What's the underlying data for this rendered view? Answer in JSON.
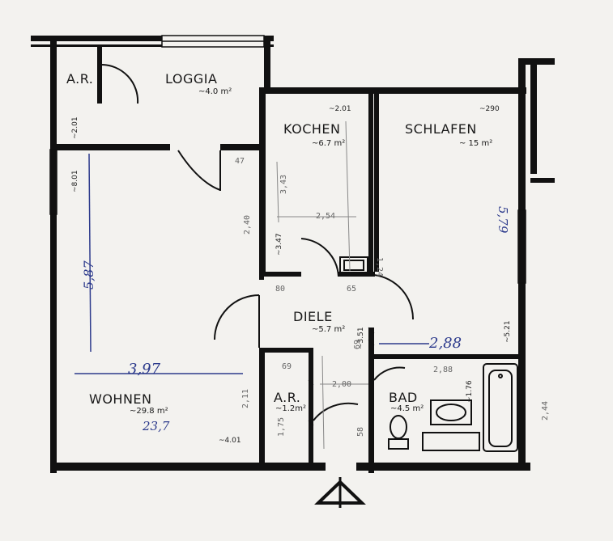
{
  "rooms": {
    "ar_top": {
      "name": "A.R."
    },
    "loggia": {
      "name": "LOGGIA",
      "area": "~4.0 m²"
    },
    "kochen": {
      "name": "KOCHEN",
      "area": "~6.7 m²"
    },
    "schlafen": {
      "name": "SCHLAFEN",
      "area": "~ 15 m²"
    },
    "diele": {
      "name": "DIELE",
      "area": "~5.7 m²"
    },
    "wohnen": {
      "name": "WOHNEN",
      "area": "~29.8 m²"
    },
    "ar_bottom": {
      "name": "A.R.",
      "area": "~1.2m²"
    },
    "bad": {
      "name": "BAD",
      "area": "~4.5 m²"
    }
  },
  "dimensions": {
    "d201_top": "~2.01",
    "d290": "~290",
    "d201_left": "~2.01",
    "d801": "~8.01",
    "d347": "~3.47",
    "d521": "~5.21",
    "d351": "~3.51",
    "d176": "~1.76",
    "d401": "~4.01"
  },
  "handwritten": {
    "hw_587": "5,87",
    "hw_397": "3,97",
    "hw_237": "23,7",
    "hw_288": "2,88",
    "hw_579": "5,79",
    "pen_47": "47",
    "pen_240": "2,40",
    "pen_343": "3,43",
    "pen_254": "2,54",
    "pen_80": "80",
    "pen_65": "65",
    "pen_69": "69",
    "pen_124": "1,24",
    "pen_288b": "2,88",
    "pen_211": "2,11",
    "pen_2144": "2,44",
    "pen_175": "1,75",
    "pen_58": "58",
    "pen_200": "2,00",
    "pen_69b": "69"
  },
  "colors": {
    "wall": "#111111",
    "paper": "#f3f2ef",
    "blue_ink": "#2c3a8c",
    "pencil": "#666666"
  },
  "icons": [
    "north-arrow-icon",
    "bathtub-icon",
    "toilet-icon",
    "sink-icon",
    "stove-icon"
  ]
}
